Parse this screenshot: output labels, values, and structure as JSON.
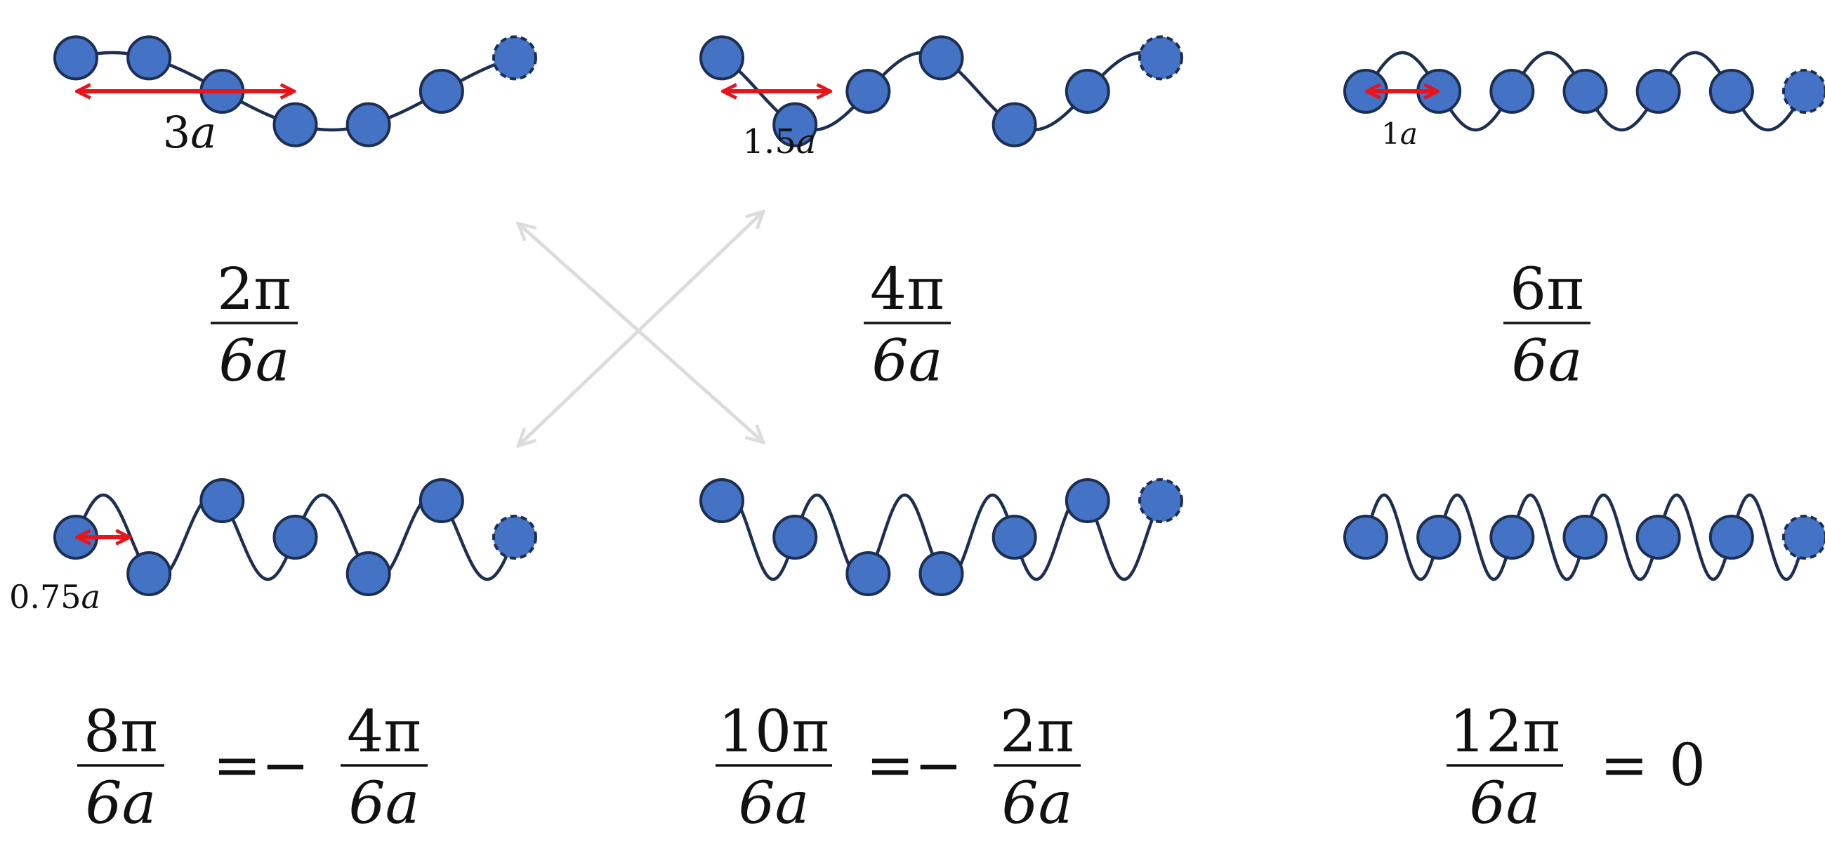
{
  "colors": {
    "wave": "#1c2f52",
    "atom_fill": "#4472c4",
    "atom_stroke": "#1c2f52",
    "arrow": "#e8141c",
    "cross_arrow": "#dcdcdc",
    "text": "#111111"
  },
  "panels": [
    {
      "id": "k1",
      "cycles": 1,
      "sample_phase_cycles": 0.1667,
      "spacing_label": {
        "main": "3",
        "var": "a"
      },
      "arrow_span_atoms": 3,
      "wavevector": {
        "num": "2π",
        "den": "6a",
        "eq": "",
        "rhs_num": "",
        "rhs_den": "",
        "rhs_plain": ""
      }
    },
    {
      "id": "k2",
      "cycles": 2,
      "sample_phase_cycles": 0.3333,
      "spacing_label": {
        "main": "1.5",
        "var": "a"
      },
      "arrow_span_atoms": 1.5,
      "wavevector": {
        "num": "4π",
        "den": "6a",
        "eq": "",
        "rhs_num": "",
        "rhs_den": "",
        "rhs_plain": ""
      }
    },
    {
      "id": "k3",
      "cycles": 3,
      "sample_phase_cycles": 0,
      "spacing_label": {
        "main": "1",
        "var": "a"
      },
      "arrow_span_atoms": 1,
      "wavevector": {
        "num": "6π",
        "den": "6a",
        "eq": "",
        "rhs_num": "",
        "rhs_den": "",
        "rhs_plain": ""
      }
    },
    {
      "id": "k4",
      "cycles": 4,
      "sample_phase_cycles": 0,
      "spacing_label": {
        "main": "0.75",
        "var": "a"
      },
      "arrow_span_atoms": 0.75,
      "wavevector": {
        "num": "8π",
        "den": "6a",
        "eq": "=−",
        "rhs_num": "4π",
        "rhs_den": "6a",
        "rhs_plain": ""
      }
    },
    {
      "id": "k5",
      "cycles": 5,
      "sample_phase_cycles": 0.1667,
      "spacing_label": null,
      "arrow_span_atoms": 0,
      "wavevector": {
        "num": "10π",
        "den": "6a",
        "eq": "=−",
        "rhs_num": "2π",
        "rhs_den": "6a",
        "rhs_plain": ""
      }
    },
    {
      "id": "k6",
      "cycles": 6,
      "sample_phase_cycles": 0,
      "spacing_label": null,
      "arrow_span_atoms": 0,
      "wavevector": {
        "num": "12π",
        "den": "6a",
        "eq": "=",
        "rhs_num": "",
        "rhs_den": "",
        "rhs_plain": "0"
      }
    }
  ],
  "atoms_per_chain": 7,
  "periodic_image_atom_index": 6
}
